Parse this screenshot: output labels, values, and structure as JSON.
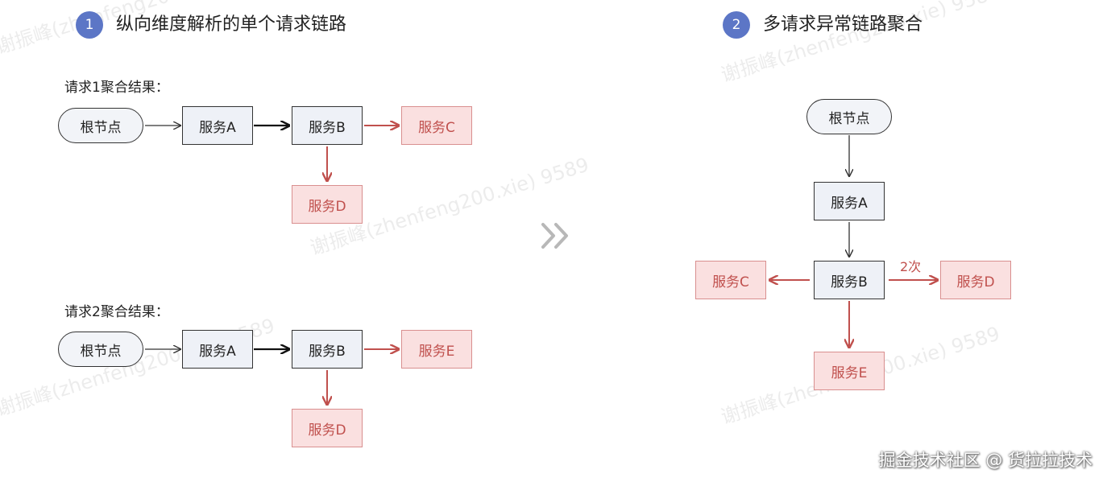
{
  "left_panel": {
    "step": "1",
    "title": "纵向维度解析的单个请求链路",
    "requests": [
      {
        "label": "请求1聚合结果：",
        "root": "根节点",
        "a": "服务A",
        "b": "服务B",
        "right": "服务C",
        "down": "服务D"
      },
      {
        "label": "请求2聚合结果：",
        "root": "根节点",
        "a": "服务A",
        "b": "服务B",
        "right": "服务E",
        "down": "服务D"
      }
    ]
  },
  "right_panel": {
    "step": "2",
    "title": "多请求异常链路聚合",
    "root": "根节点",
    "a": "服务A",
    "b": "服务B",
    "left": "服务C",
    "right": "服务D",
    "down": "服务E",
    "right_edge_label": "2次"
  },
  "watermarks": [
    "谢振峰(zhenfeng200.xie) 9589",
    "谢振峰(zhenfeng200.xie) 9589",
    "谢振峰(zhenfeng200.xie) 9589",
    "谢振峰(zhenfeng200.xie) 9589",
    "谢振峰(zhenfeng200.xie) 9589"
  ],
  "footer": "掘金技术社区 @ 货拉拉技术",
  "colors": {
    "badge": "#5c76c6",
    "normal_border": "#333333",
    "normal_fill": "#eef1f7",
    "abnormal_border": "#d98f8f",
    "abnormal_fill": "#fae0e0",
    "abnormal_text": "#c0504d",
    "arrow_abnormal": "#c0504d"
  }
}
